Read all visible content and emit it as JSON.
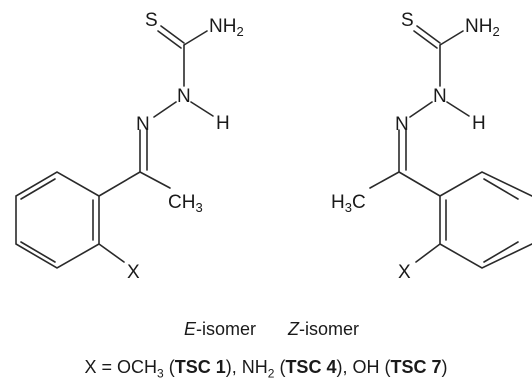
{
  "atoms": {
    "S": "S",
    "N": "N",
    "H": "H",
    "NH": "NH",
    "CH": "CH",
    "C": "C",
    "sub2": "2",
    "sub3": "3",
    "X": "X"
  },
  "isomers": {
    "e_prefix": "E",
    "z_prefix": "Z",
    "suffix": "-isomer"
  },
  "legend": {
    "lead": "X = OCH",
    "sub3": "3",
    "open": " (",
    "tsc1": "TSC 1",
    "mid1": "), NH",
    "sub2": "2",
    "tsc4": "TSC 4",
    "mid2": "), OH (",
    "tsc7": "TSC 7",
    "close": ")"
  }
}
